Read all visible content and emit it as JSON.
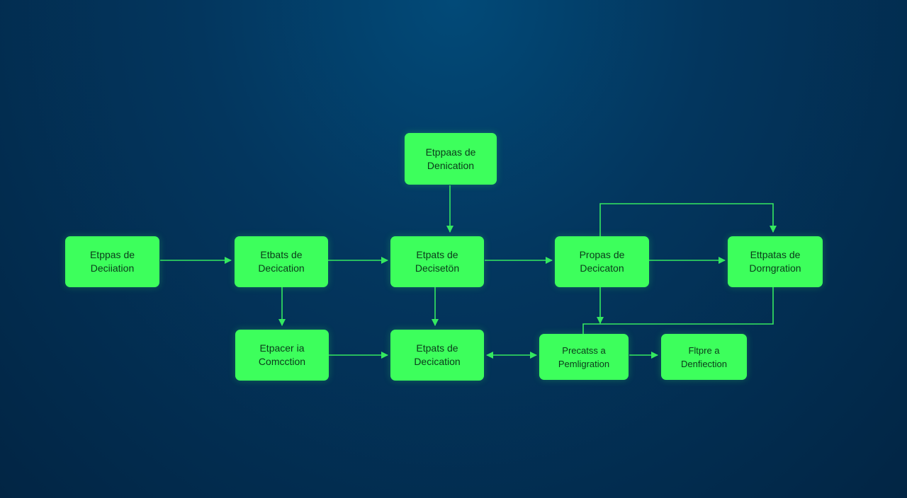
{
  "colors": {
    "node_fill": "#3dff5c",
    "edge": "#35e860",
    "node_text": "#0a3a1a"
  },
  "nodes": [
    {
      "id": "n1",
      "line1": "Etppas de",
      "line2": "Deciiation"
    },
    {
      "id": "n2",
      "line1": "Etbats de",
      "line2": "Decication"
    },
    {
      "id": "n3",
      "line1": "Etpats de",
      "line2": "Decisetön"
    },
    {
      "id": "n4",
      "line1": "Propas de",
      "line2": "Decicaton"
    },
    {
      "id": "n5",
      "line1": "Ettpatas de",
      "line2": "Dorngration"
    },
    {
      "id": "n6",
      "line1": "Etppaas de",
      "line2": "Denication"
    },
    {
      "id": "n7",
      "line1": "Etpacer ia",
      "line2": "Comcction"
    },
    {
      "id": "n8",
      "line1": "Etpats de",
      "line2": "Decication"
    },
    {
      "id": "n9",
      "line1": "Precatss a",
      "line2": "Pemligration"
    },
    {
      "id": "n10",
      "line1": "Fltpre a",
      "line2": "Denfiection"
    }
  ]
}
